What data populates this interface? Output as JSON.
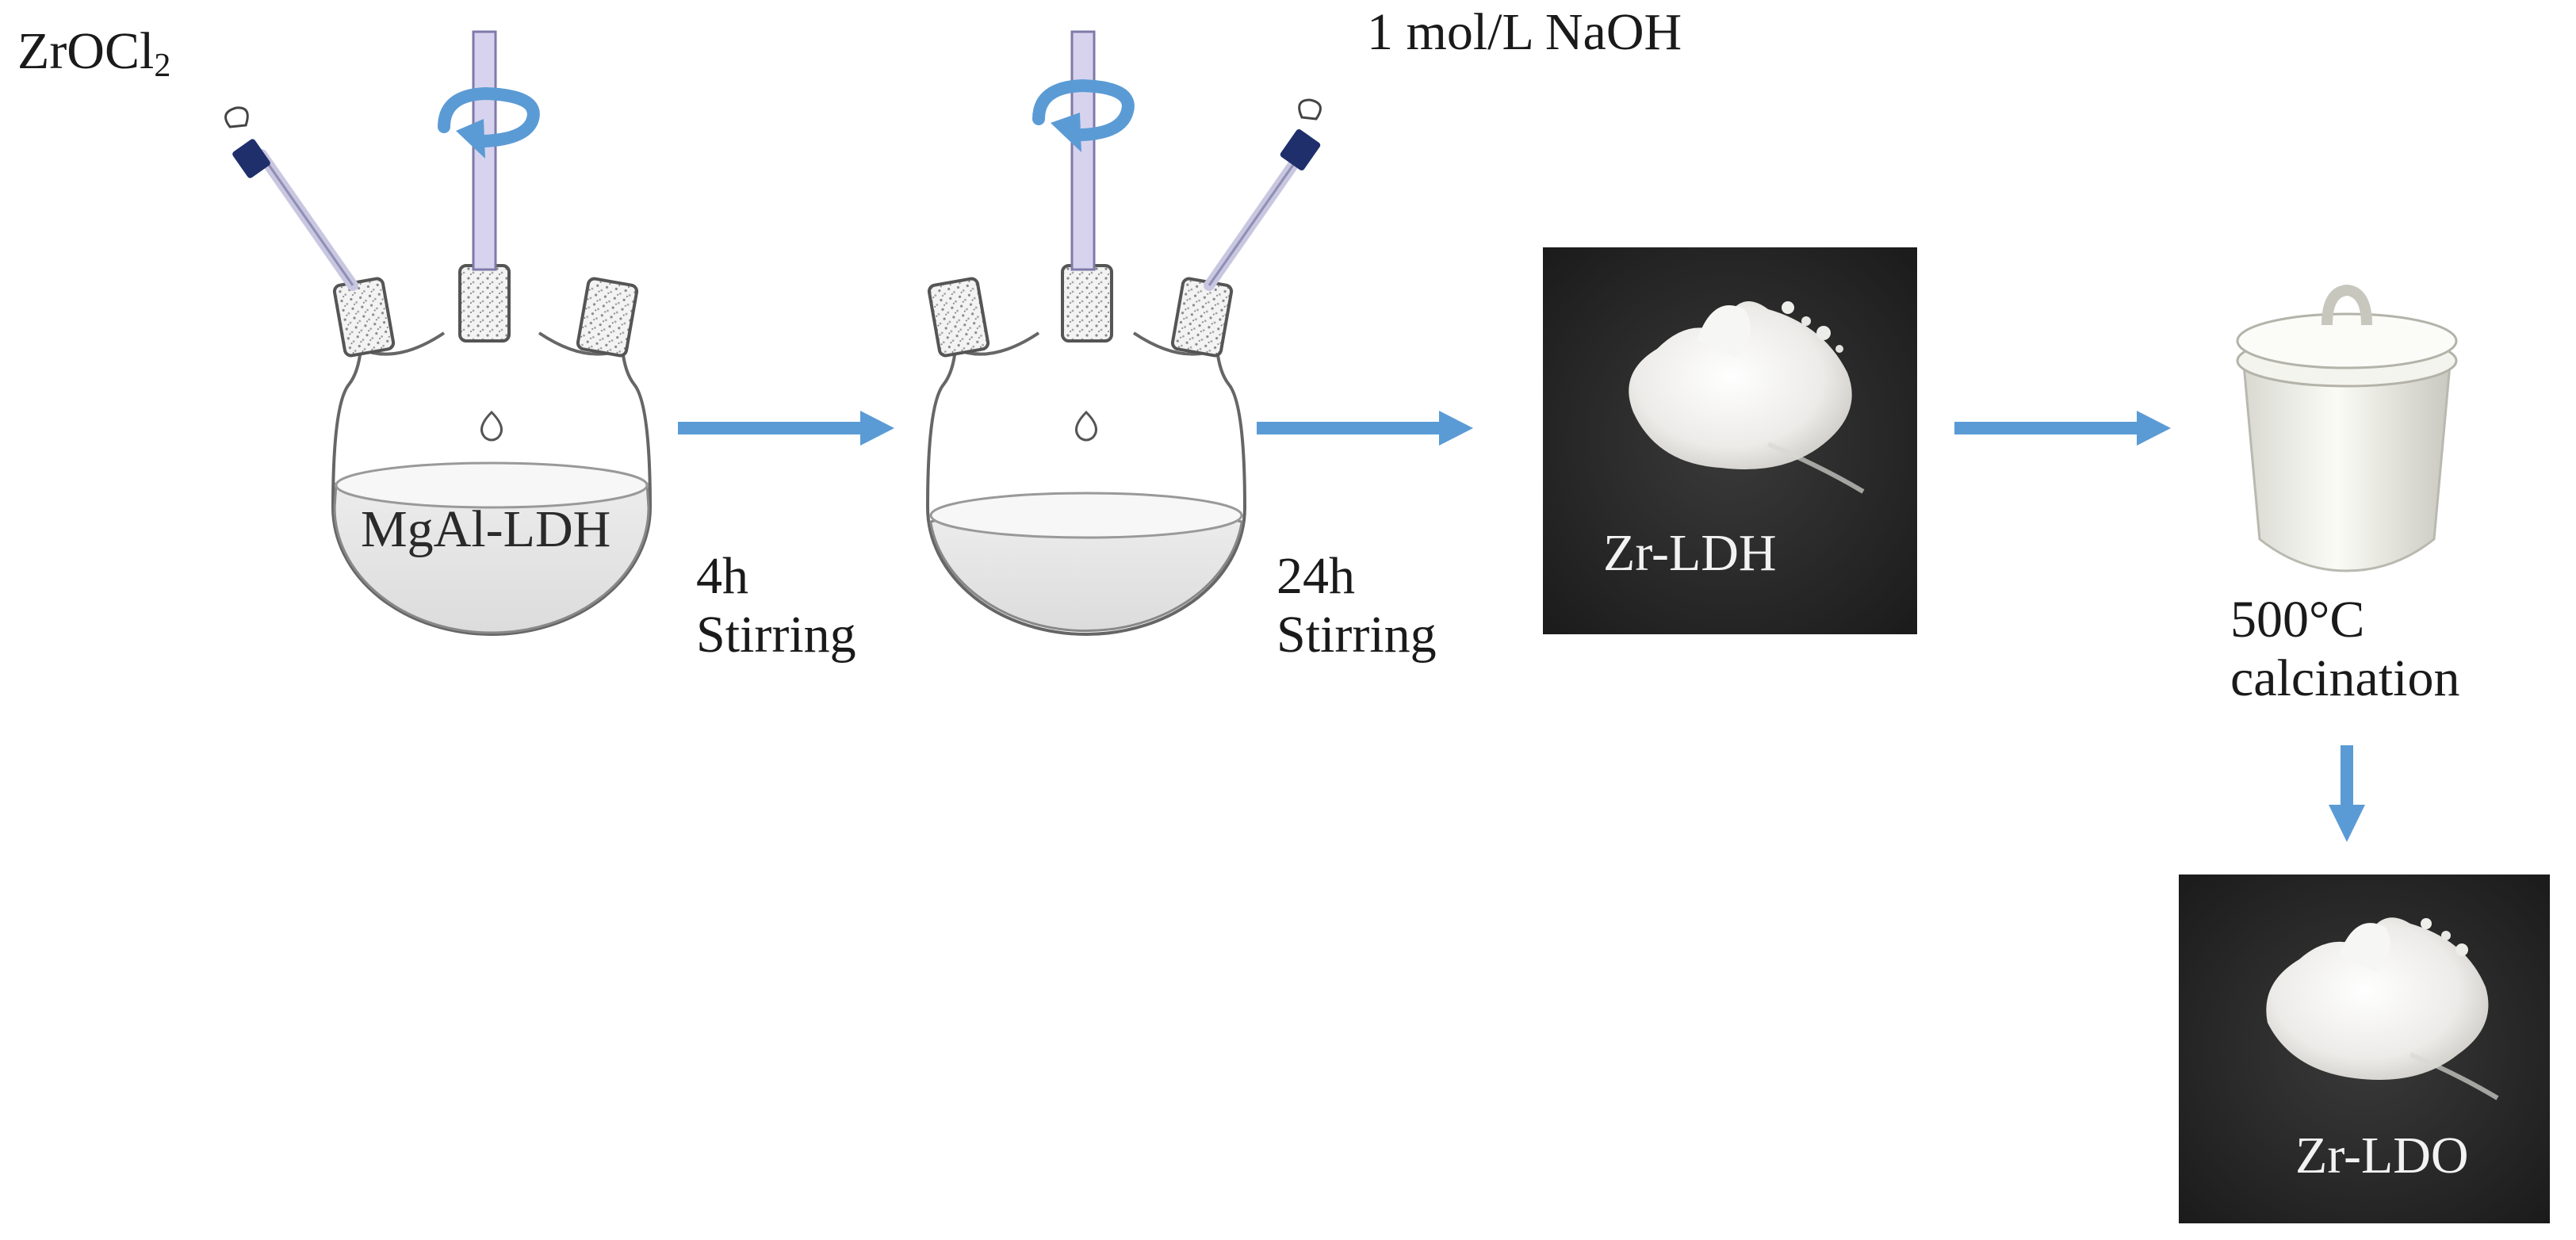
{
  "reagents": {
    "zr_salt": "ZrOCl",
    "zr_salt_subscript": "2",
    "base": "1 mol/L NaOH"
  },
  "flask1": {
    "label": "MgAl-LDH"
  },
  "steps": {
    "step1_time": "4h",
    "step1_action": "Stirring",
    "step2_time": "24h",
    "step2_action": "Stirring",
    "step3_temp": "500°C",
    "step3_action": "calcination"
  },
  "products": {
    "intermediate": "Zr-LDH",
    "final": "Zr-LDO"
  },
  "colors": {
    "arrow": "#5b9bd5",
    "photo_bg": "#2c2c2c",
    "powder": "#f4f4f2",
    "dropper_cap": "#1f2f6b",
    "glass": "#555555"
  }
}
